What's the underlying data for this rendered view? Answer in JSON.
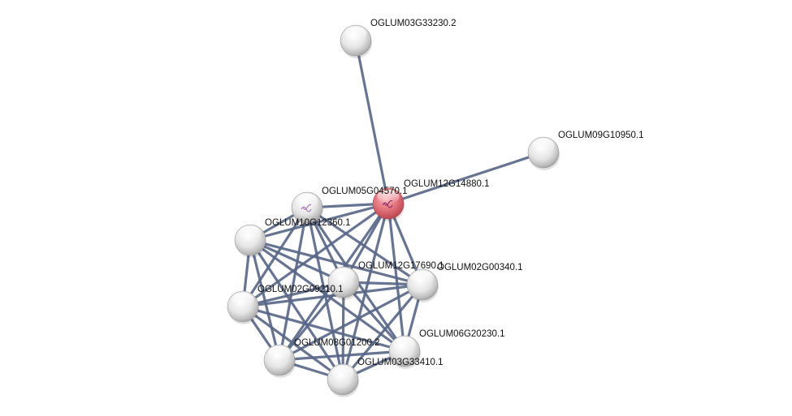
{
  "network": {
    "query_color": "#d9525d",
    "node_color": "#d8d8d8",
    "edge_color": "#586787",
    "query_node_id": "n-12g14880",
    "nodes": [
      {
        "id": "n-03g33230",
        "label": "OGLUM03G33230.2",
        "kind": "default",
        "icon": null
      },
      {
        "id": "n-09g10950",
        "label": "OGLUM09G10950.1",
        "kind": "default",
        "icon": null
      },
      {
        "id": "n-12g14880",
        "label": "OGLUM12G14880.1",
        "kind": "query",
        "icon": "protein-structure-icon"
      },
      {
        "id": "n-05g04570",
        "label": "OGLUM05G04570.1",
        "kind": "default",
        "icon": "protein-structure-icon"
      },
      {
        "id": "n-10g12360",
        "label": "OGLUM10G12360.1",
        "kind": "default",
        "icon": null
      },
      {
        "id": "n-12g17690",
        "label": "OGLUM12G17690.1",
        "kind": "default",
        "icon": null
      },
      {
        "id": "n-02g00340",
        "label": "OGLUM02G00340.1",
        "kind": "default",
        "icon": null
      },
      {
        "id": "n-02g09210",
        "label": "OGLUM02G09210.1",
        "kind": "default",
        "icon": null
      },
      {
        "id": "n-06g20230",
        "label": "OGLUM06G20230.1",
        "kind": "default",
        "icon": null
      },
      {
        "id": "n-08g01200",
        "label": "OGLUM08G01200.2",
        "kind": "default",
        "icon": null
      },
      {
        "id": "n-x3410",
        "label": "OGLUM03G33410.1",
        "kind": "default",
        "icon": null
      }
    ],
    "edges": [
      [
        "n-12g14880",
        "n-03g33230"
      ],
      [
        "n-12g14880",
        "n-09g10950"
      ],
      [
        "n-12g14880",
        "n-05g04570"
      ],
      [
        "n-12g14880",
        "n-10g12360"
      ],
      [
        "n-12g14880",
        "n-12g17690"
      ],
      [
        "n-12g14880",
        "n-02g00340"
      ],
      [
        "n-12g14880",
        "n-02g09210"
      ],
      [
        "n-12g14880",
        "n-06g20230"
      ],
      [
        "n-12g14880",
        "n-08g01200"
      ],
      [
        "n-12g14880",
        "n-x3410"
      ],
      [
        "n-05g04570",
        "n-10g12360"
      ],
      [
        "n-05g04570",
        "n-12g17690"
      ],
      [
        "n-05g04570",
        "n-02g00340"
      ],
      [
        "n-05g04570",
        "n-02g09210"
      ],
      [
        "n-05g04570",
        "n-06g20230"
      ],
      [
        "n-05g04570",
        "n-08g01200"
      ],
      [
        "n-05g04570",
        "n-x3410"
      ],
      [
        "n-10g12360",
        "n-12g17690"
      ],
      [
        "n-10g12360",
        "n-02g00340"
      ],
      [
        "n-10g12360",
        "n-02g09210"
      ],
      [
        "n-10g12360",
        "n-06g20230"
      ],
      [
        "n-10g12360",
        "n-08g01200"
      ],
      [
        "n-10g12360",
        "n-x3410"
      ],
      [
        "n-12g17690",
        "n-02g00340"
      ],
      [
        "n-12g17690",
        "n-02g09210"
      ],
      [
        "n-12g17690",
        "n-06g20230"
      ],
      [
        "n-12g17690",
        "n-08g01200"
      ],
      [
        "n-12g17690",
        "n-x3410"
      ],
      [
        "n-02g00340",
        "n-02g09210"
      ],
      [
        "n-02g00340",
        "n-06g20230"
      ],
      [
        "n-02g00340",
        "n-08g01200"
      ],
      [
        "n-02g00340",
        "n-x3410"
      ],
      [
        "n-02g09210",
        "n-06g20230"
      ],
      [
        "n-02g09210",
        "n-08g01200"
      ],
      [
        "n-02g09210",
        "n-x3410"
      ],
      [
        "n-06g20230",
        "n-08g01200"
      ],
      [
        "n-06g20230",
        "n-x3410"
      ],
      [
        "n-08g01200",
        "n-x3410"
      ]
    ]
  }
}
